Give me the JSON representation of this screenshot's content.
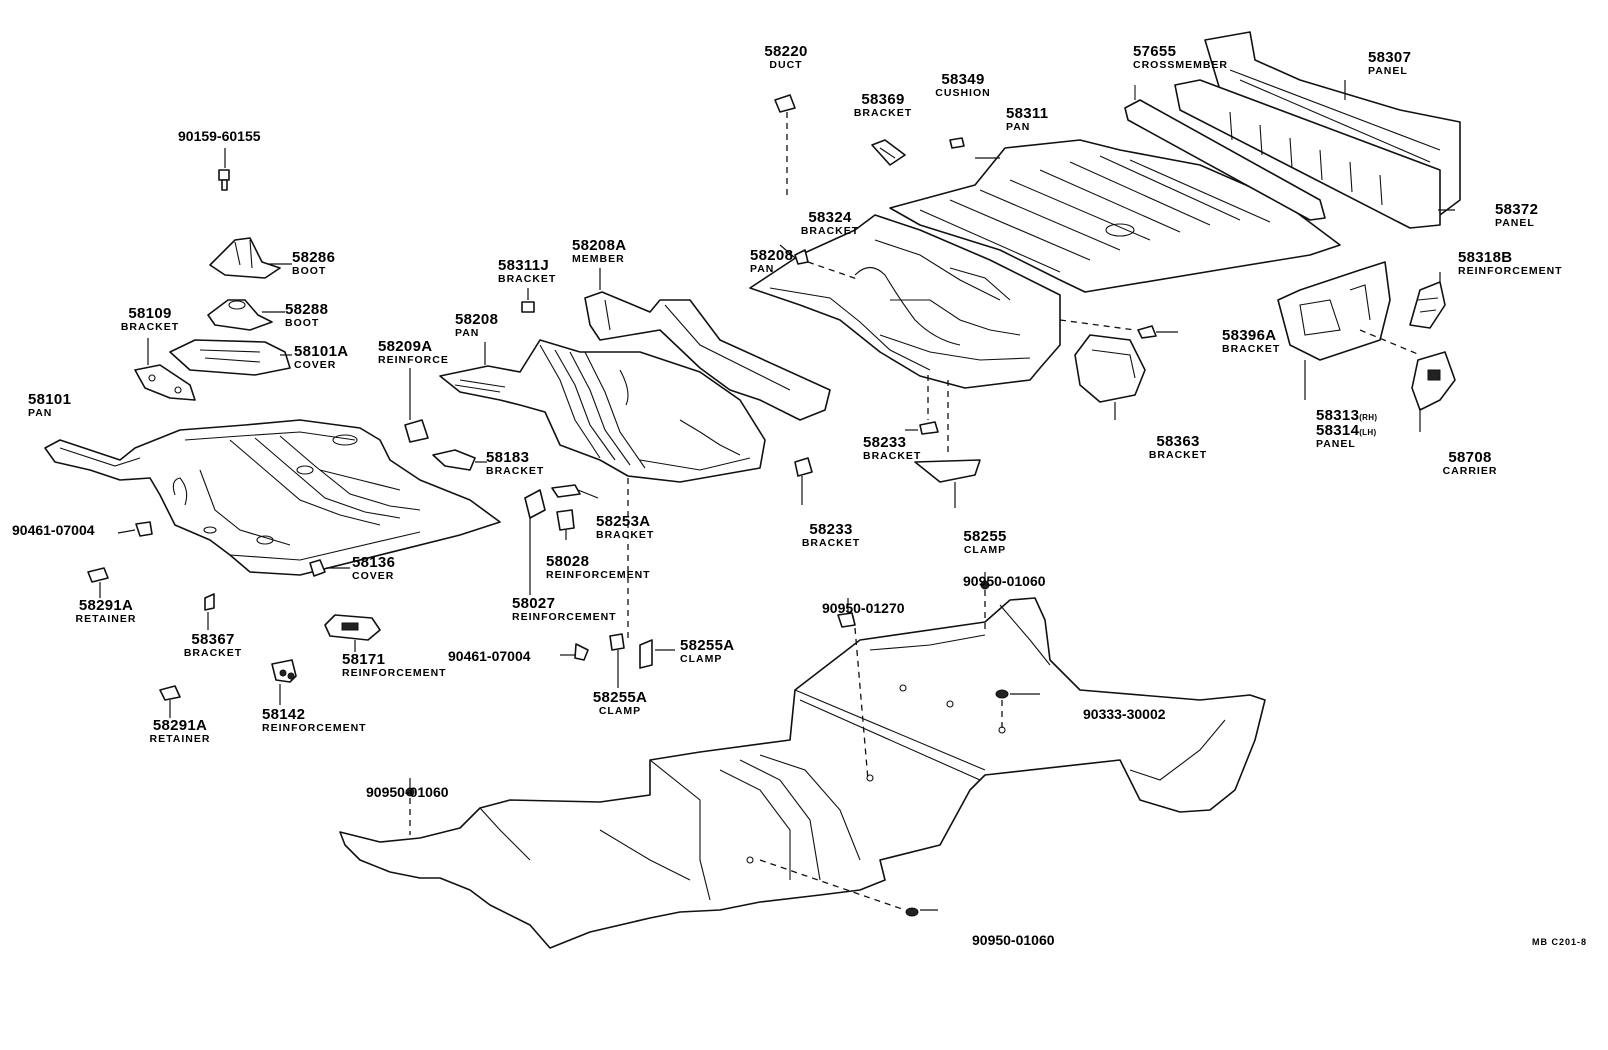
{
  "diagram_code": "MB C201-8",
  "parts": {
    "p90159": {
      "number": "90159-60155"
    },
    "p58286": {
      "number": "58286",
      "name": "BOOT"
    },
    "p58288": {
      "number": "58288",
      "name": "BOOT"
    },
    "p58109": {
      "number": "58109",
      "name": "BRACKET"
    },
    "p58101A": {
      "number": "58101A",
      "name": "COVER"
    },
    "p58101": {
      "number": "58101",
      "name": "PAN"
    },
    "p90461a": {
      "number": "90461-07004"
    },
    "p58136": {
      "number": "58136",
      "name": "COVER"
    },
    "p58291A_1": {
      "number": "58291A",
      "name": "RETAINER"
    },
    "p58367": {
      "number": "58367",
      "name": "BRACKET"
    },
    "p58171": {
      "number": "58171",
      "name": "REINFORCEMENT"
    },
    "p58291A_2": {
      "number": "58291A",
      "name": "RETAINER"
    },
    "p58142": {
      "number": "58142",
      "name": "REINFORCEMENT"
    },
    "p58209A": {
      "number": "58209A",
      "name": "REINFORCE"
    },
    "p58208_left": {
      "number": "58208",
      "name": "PAN"
    },
    "p58311J": {
      "number": "58311J",
      "name": "BRACKET"
    },
    "p58208A": {
      "number": "58208A",
      "name": "MEMBER"
    },
    "p58183": {
      "number": "58183",
      "name": "BRACKET"
    },
    "p58253A": {
      "number": "58253A",
      "name": "BRACKET"
    },
    "p58028": {
      "number": "58028",
      "name": "REINFORCEMENT"
    },
    "p58027": {
      "number": "58027",
      "name": "REINFORCEMENT"
    },
    "p90461b": {
      "number": "90461-07004"
    },
    "p58255A_1": {
      "number": "58255A",
      "name": "CLAMP"
    },
    "p58255A_2": {
      "number": "58255A",
      "name": "CLAMP"
    },
    "p58220": {
      "number": "58220",
      "name": "DUCT"
    },
    "p58369": {
      "number": "58369",
      "name": "BRACKET"
    },
    "p58349": {
      "number": "58349",
      "name": "CUSHION"
    },
    "p58311": {
      "number": "58311",
      "name": "PAN"
    },
    "p57655": {
      "number": "57655",
      "name": "CROSSMEMBER"
    },
    "p58307": {
      "number": "58307",
      "name": "PANEL"
    },
    "p58372": {
      "number": "58372",
      "name": "PANEL"
    },
    "p58324": {
      "number": "58324",
      "name": "BRACKET"
    },
    "p58208_right": {
      "number": "58208",
      "name": "PAN"
    },
    "p58318B": {
      "number": "58318B",
      "name": "REINFORCEMENT"
    },
    "p58396A": {
      "number": "58396A",
      "name": "BRACKET"
    },
    "p58363": {
      "number": "58363",
      "name": "BRACKET"
    },
    "p58313": {
      "number": "58313",
      "side": "(RH)"
    },
    "p58314": {
      "number": "58314",
      "side": "(LH)",
      "name": "PANEL"
    },
    "p58708": {
      "number": "58708",
      "name": "CARRIER"
    },
    "p58233_1": {
      "number": "58233",
      "name": "BRACKET"
    },
    "p58233_2": {
      "number": "58233",
      "name": "BRACKET"
    },
    "p58255": {
      "number": "58255",
      "name": "CLAMP"
    },
    "p90950_01270": {
      "number": "90950-01270"
    },
    "p90950_01060_a": {
      "number": "90950-01060"
    },
    "p90333": {
      "number": "90333-30002"
    },
    "p90950_01060_b": {
      "number": "90950-01060"
    },
    "p90950_01060_c": {
      "number": "90950-01060"
    }
  }
}
